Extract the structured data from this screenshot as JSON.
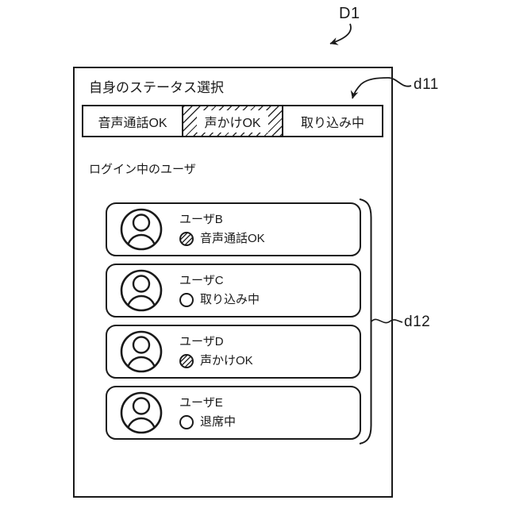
{
  "figure": {
    "d1_label": "D1",
    "d11_label": "d11",
    "d12_label": "d12"
  },
  "panel": {
    "title": "自身のステータス選択",
    "status_selector": {
      "options": [
        {
          "label": "音声通話OK",
          "selected": false
        },
        {
          "label": "声かけOK",
          "selected": true
        },
        {
          "label": "取り込み中",
          "selected": false
        }
      ]
    },
    "users_section": {
      "heading": "ログイン中のユーザ",
      "users": [
        {
          "name": "ユーザB",
          "status": "音声通話OK",
          "status_icon": "hatched-circle"
        },
        {
          "name": "ユーザC",
          "status": "取り込み中",
          "status_icon": "empty-circle"
        },
        {
          "name": "ユーザD",
          "status": "声かけOK",
          "status_icon": "hatched-circle"
        },
        {
          "name": "ユーザE",
          "status": "退席中",
          "status_icon": "empty-circle"
        }
      ]
    }
  },
  "colors": {
    "ink": "#1a1a1a",
    "background": "#ffffff"
  }
}
